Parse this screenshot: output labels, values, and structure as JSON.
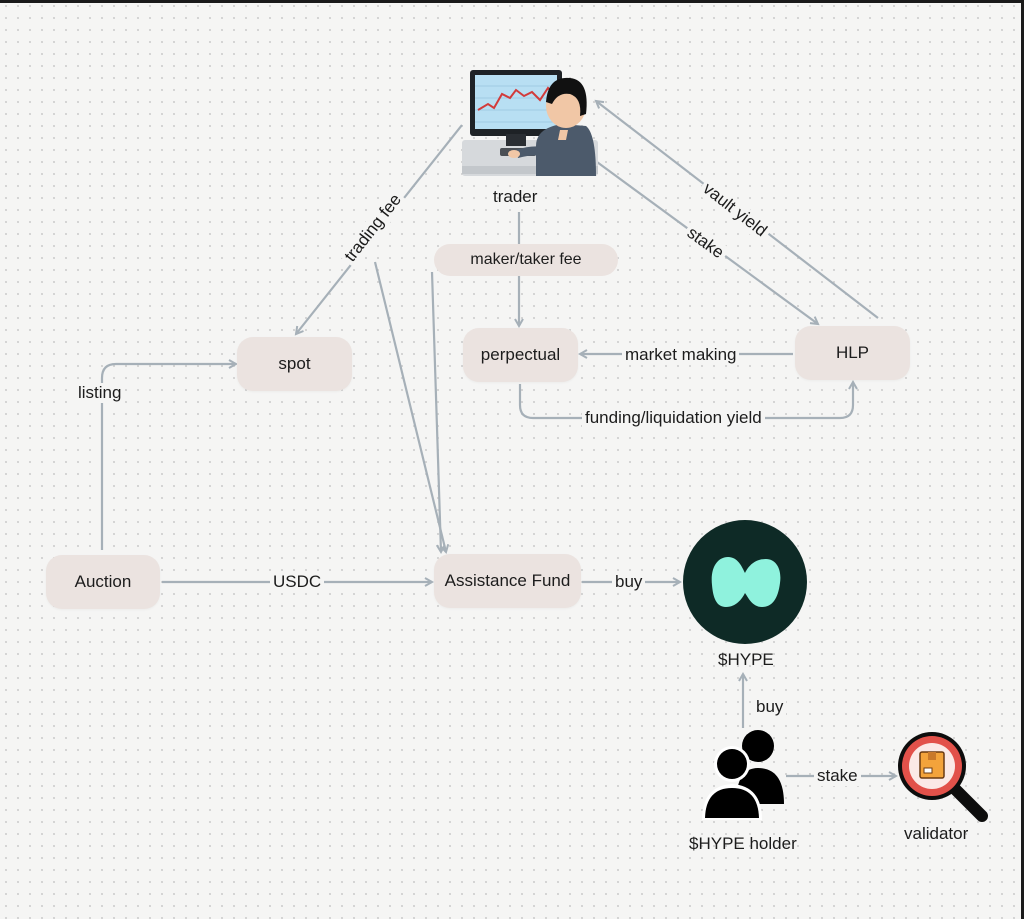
{
  "nodes": {
    "trader": "trader",
    "spot": "spot",
    "perpetual": "perpectual",
    "hlp": "HLP",
    "auction": "Auction",
    "assistance_fund": "Assistance Fund",
    "hype": "$HYPE",
    "hype_holder": "$HYPE holder",
    "validator": "validator"
  },
  "edges": {
    "trading_fee": "trading fee",
    "maker_taker_fee": "maker/taker fee",
    "stake_trader_hlp": "stake",
    "vault_yield": "vault yield",
    "listing": "listing",
    "market_making": "market making",
    "funding_liquidation_yield": "funding/liquidation yield",
    "usdc": "USDC",
    "buy_fund_hype": "buy",
    "buy_holder_hype": "buy",
    "stake_holder_validator": "stake"
  },
  "colors": {
    "node_fill": "#ebe3e0",
    "edge": "#a6b0b8",
    "hype_logo_bg": "#0e2a26",
    "hype_logo_fg": "#8ff2dd",
    "validator_ring": "#e2514a",
    "validator_box": "#f3a33b"
  },
  "icons": {
    "trader": "trader-at-computer-icon",
    "hype": "hype-logo-icon",
    "hype_holder": "people-icon",
    "validator": "magnifier-package-icon"
  }
}
